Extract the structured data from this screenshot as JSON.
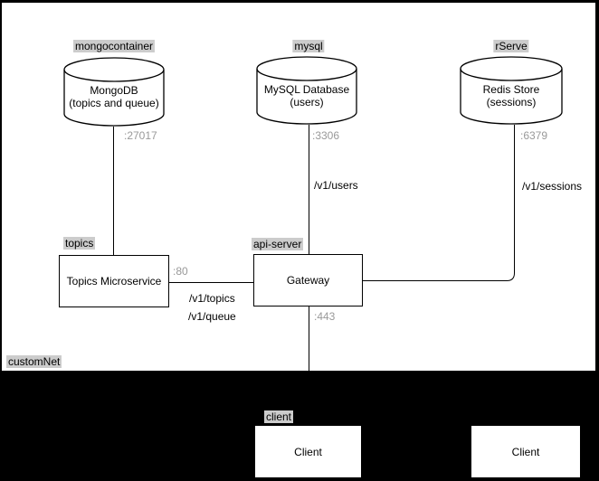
{
  "network": {
    "label": "customNet"
  },
  "databases": [
    {
      "container_label": "mongocontainer",
      "title": "MongoDB",
      "subtitle": "(topics and queue)",
      "port": ":27017"
    },
    {
      "container_label": "mysql",
      "title": "MySQL Database",
      "subtitle": "(users)",
      "port": ":3306"
    },
    {
      "container_label": "rServe",
      "title": "Redis Store",
      "subtitle": "(sessions)",
      "port": ":6379"
    }
  ],
  "services": [
    {
      "container_label": "topics",
      "title": "Topics Microservice",
      "port": ":80"
    },
    {
      "container_label": "api-server",
      "title": "Gateway",
      "port": ":443"
    }
  ],
  "clients": [
    {
      "container_label": "client",
      "title": "Client"
    },
    {
      "title": "Client"
    }
  ],
  "routes": {
    "users": "/v1/users",
    "sessions": "/v1/sessions",
    "topics": "/v1/topics",
    "queue": "/v1/queue"
  },
  "colors": {
    "background": "#000000",
    "surface": "#ffffff",
    "label_highlight": "#cccccc",
    "port_text": "#999999",
    "line": "#000000"
  }
}
